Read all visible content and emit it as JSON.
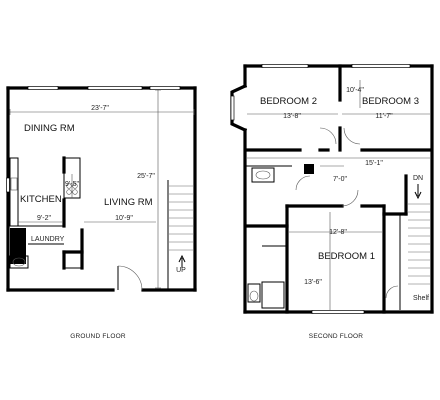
{
  "ground_floor": {
    "caption": "GROUND FLOOR",
    "rooms": {
      "dining": "DINING RM",
      "kitchen": "KITCHEN",
      "living": "LIVING RM",
      "laundry": "LAUNDRY"
    },
    "dimensions": {
      "overall_width": "23'-7\"",
      "overall_depth": "25'-7\"",
      "pantry": "9'-5\"",
      "kitchen_width": "9'-2\"",
      "living_width": "10'-9\""
    },
    "stair_label": "UP"
  },
  "second_floor": {
    "caption": "SECOND FLOOR",
    "rooms": {
      "bedroom1": "BEDROOM 1",
      "bedroom2": "BEDROOM 2",
      "bedroom3": "BEDROOM 3",
      "shelf": "Shelf"
    },
    "dimensions": {
      "bed2_width": "13'-8\"",
      "bed3_width": "11'-7\"",
      "bed3_depth": "10'-4\"",
      "hall_width": "15'-1\"",
      "closet": "7'-0\"",
      "bed1_width": "12'-8\"",
      "bed1_depth": "13'-6\""
    },
    "stair_label": "DN"
  }
}
